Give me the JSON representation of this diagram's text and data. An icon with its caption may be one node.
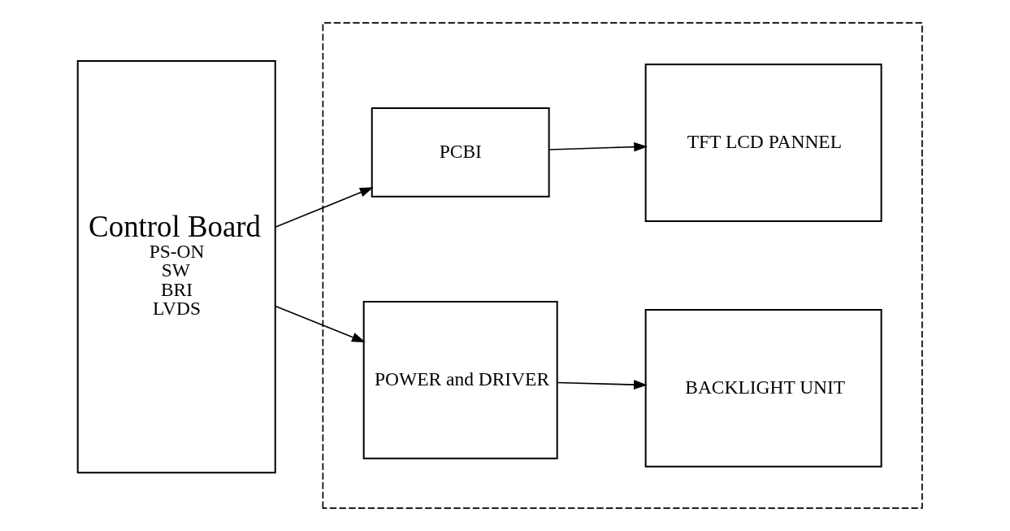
{
  "diagram": {
    "nodes": [
      {
        "text": [],
        "shape": "box"
      },
      {
        "text": [
          "Control Board",
          "PS-ON",
          "SW",
          "BRI",
          "LVDS"
        ]
      },
      {
        "text": [
          "PCBI"
        ],
        "in": 0
      },
      {
        "text": [
          "TFT LCD PANNEL"
        ],
        "in": 0
      },
      {
        "text": [
          "POWER and DRIVER"
        ],
        "in": 0
      },
      {
        "text": [
          "BACKLIGHT UNIT"
        ],
        "in": 0
      }
    ],
    "edges": [
      {
        "from": 1,
        "to": 2,
        "arrow": "to"
      },
      {
        "from": 2,
        "to": 3,
        "arrow": "to"
      },
      {
        "from": 1,
        "to": 4,
        "arrow": "to"
      },
      {
        "from": 4,
        "to": 5,
        "arrow": "to"
      }
    ]
  }
}
